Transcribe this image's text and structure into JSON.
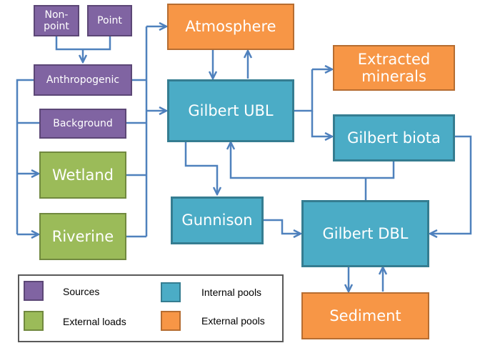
{
  "nodes": {
    "nonpoint": "Non-point",
    "point": "Point",
    "anthropogenic": "Anthropogenic",
    "background": "Background",
    "wetland": "Wetland",
    "riverine": "Riverine",
    "atmosphere": "Atmosphere",
    "gilbert_ubl": "Gilbert UBL",
    "extracted_minerals": "Extracted minerals",
    "gilbert_biota": "Gilbert biota",
    "gunnison": "Gunnison",
    "gilbert_dbl": "Gilbert DBL",
    "sediment": "Sediment"
  },
  "legend": {
    "sources": "Sources",
    "external_loads": "External loads",
    "internal_pools": "Internal pools",
    "external_pools": "External pools"
  },
  "colors": {
    "sources": "#8064a2",
    "external_loads": "#9bbb59",
    "internal_pools": "#4bacc6",
    "external_pools": "#f79646",
    "connector": "#4f81bd"
  }
}
